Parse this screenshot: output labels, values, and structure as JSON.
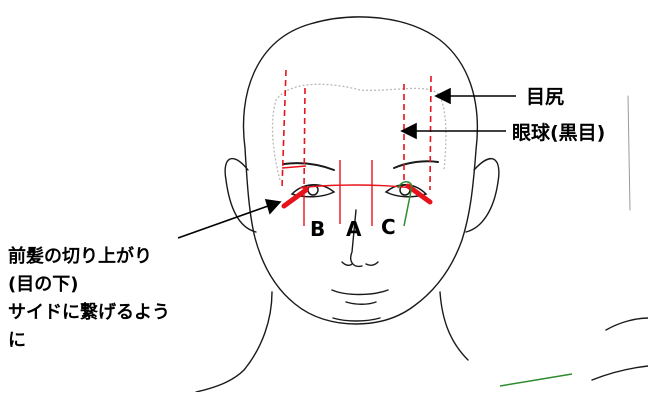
{
  "labels": {
    "outer_corner": "目尻",
    "eyeball": "眼球(黒目)",
    "bangs_line_1": "前髪の切り上がり",
    "bangs_line_2": "(目の下)",
    "bangs_line_3": "サイドに繋げるよう",
    "bangs_line_4": "に",
    "section_b": "B",
    "section_a": "A",
    "section_c": "C"
  },
  "colors": {
    "guide_line": "#e8121b",
    "eyebrow_mark": "#e8121b",
    "sketch": "#1a1a1a",
    "hairline_dotted": "#b9b9b9",
    "accent_green": "#2e8b2e"
  }
}
